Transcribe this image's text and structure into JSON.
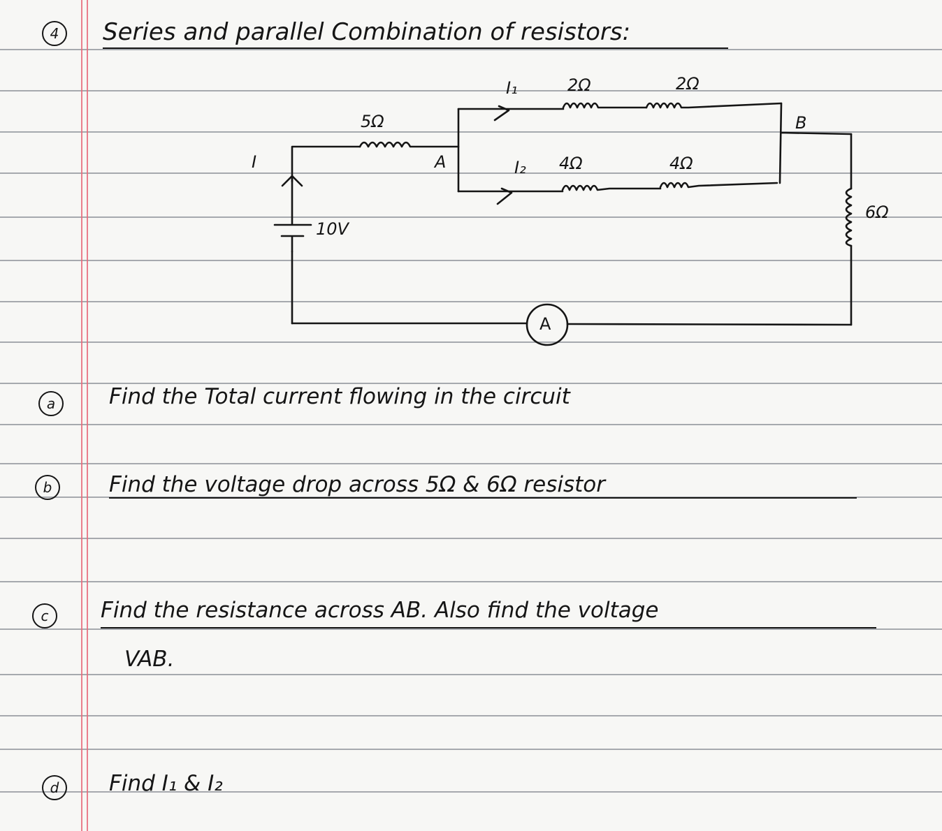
{
  "heading": {
    "number": "4",
    "title": "Series and parallel Combination of resistors:"
  },
  "circuit": {
    "labels": {
      "i": "I",
      "r_series": "5Ω",
      "node_a": "A",
      "i1": "I₁",
      "r_top_1": "2Ω",
      "r_top_2": "2Ω",
      "node_b": "B",
      "i2": "I₂",
      "r_bot_1": "4Ω",
      "r_bot_2": "4Ω",
      "r_right": "6Ω",
      "battery": "10V",
      "ammeter": "A"
    }
  },
  "questions": [
    {
      "marker": "a",
      "text": "Find the Total current flowing in the circuit"
    },
    {
      "marker": "b",
      "text": "Find the voltage drop across 5Ω & 6Ω resistor"
    },
    {
      "marker": "c",
      "text": "Find the resistance across AB. Also find the voltage",
      "text2": "VAB."
    },
    {
      "marker": "d",
      "text": "Find I₁ & I₂"
    }
  ]
}
